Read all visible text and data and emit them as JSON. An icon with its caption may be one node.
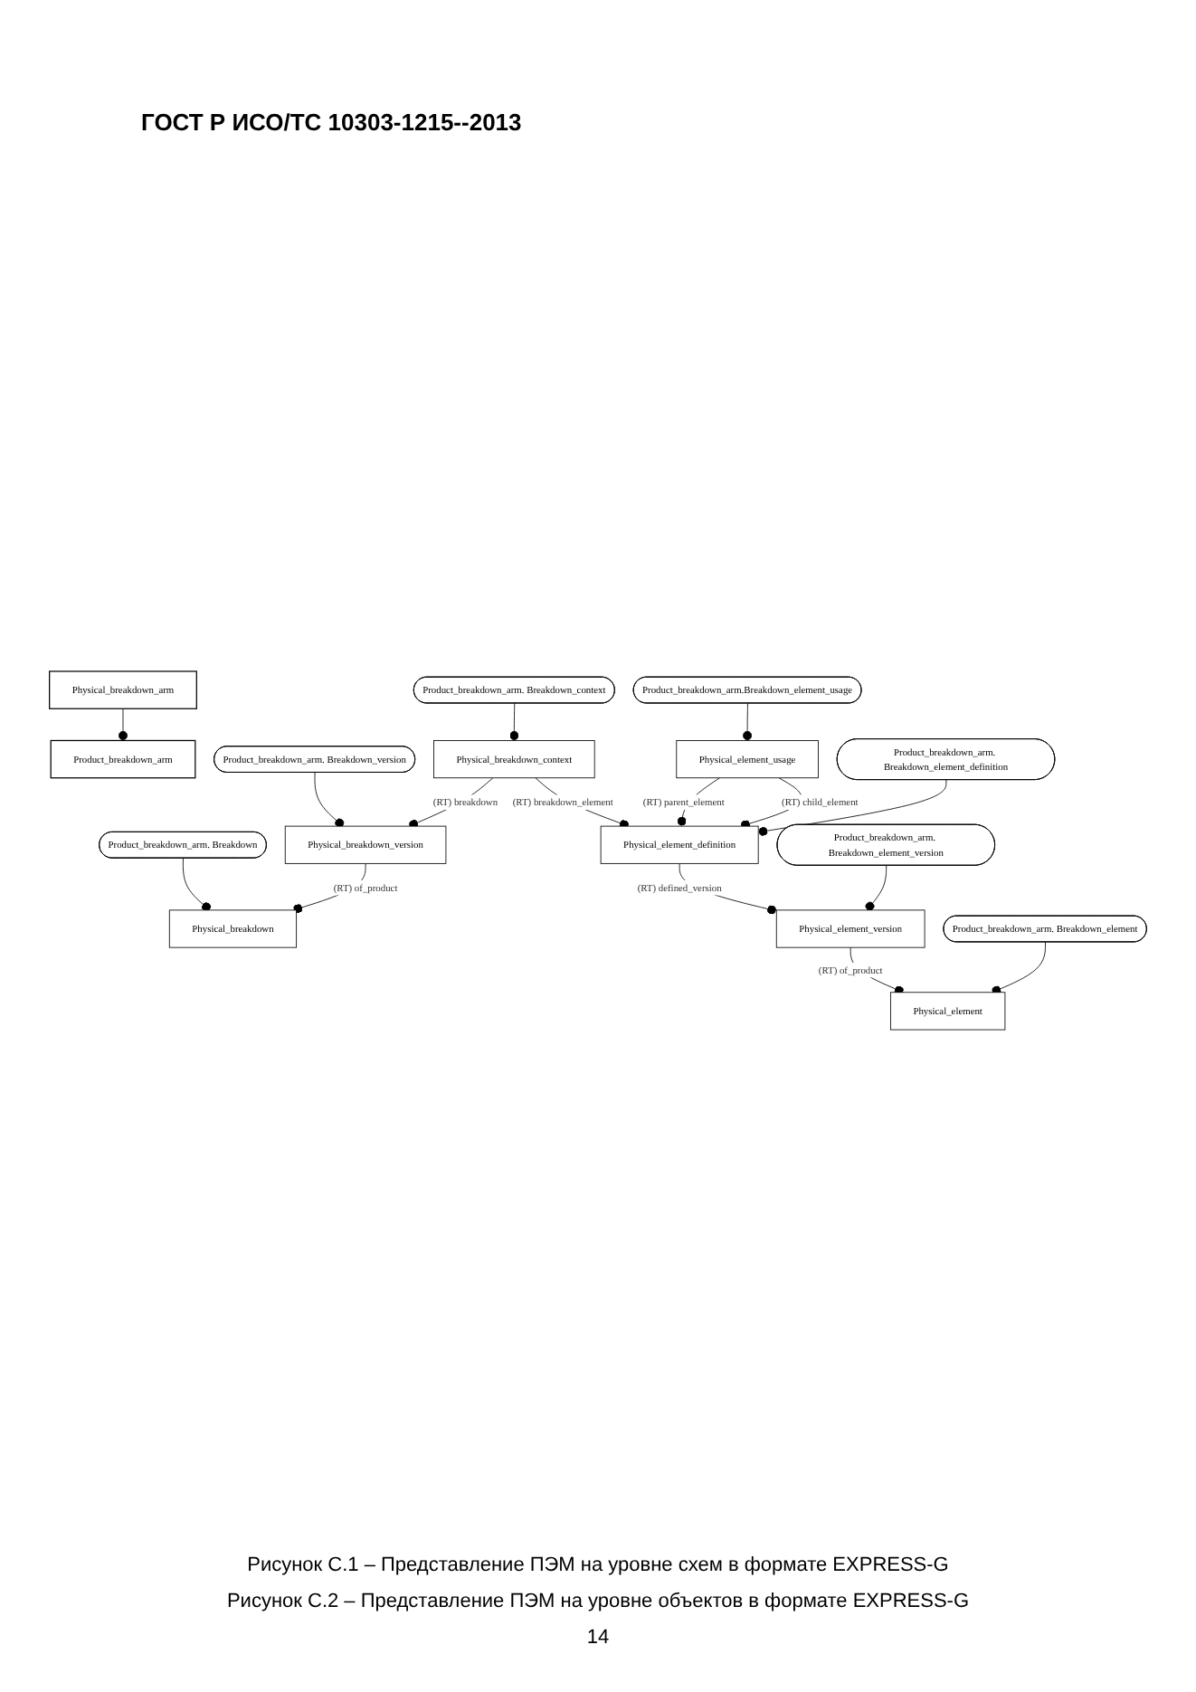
{
  "diagram": {
    "title": "ГОСТ Р ИСО/ТС 10303-1215--2013",
    "nodes": [
      {
        "text": [
          "Physical_breakdown_arm"
        ]
      },
      {
        "text": [
          "Product_breakdown_arm"
        ]
      },
      {
        "text": [
          "Product_breakdown_arm. Breakdown"
        ]
      },
      {
        "text": [
          "Product_breakdown_arm. Breakdown_version"
        ]
      },
      {
        "text": [
          "Product_breakdown_arm. Breakdown_context"
        ]
      },
      {
        "text": [
          "Physical_breakdown"
        ]
      },
      {
        "text": [
          "Physical_breakdown_version"
        ]
      },
      {
        "text": [
          "Physical_breakdown_context"
        ]
      },
      {
        "text": [
          "Product_breakdown_arm.Breakdown_element_usage"
        ]
      },
      {
        "text": [
          "Physical_element_usage"
        ]
      },
      {
        "text": [
          "Physical_element"
        ]
      },
      {
        "text": [
          "Physical_element_version"
        ]
      },
      {
        "text": [
          "Physical_element_definition"
        ]
      },
      {
        "text": [
          "Product_breakdown_arm. Breakdown_element"
        ]
      },
      {
        "text": [
          "Product_breakdown_arm. Breakdown_element_version"
        ]
      },
      {
        "text": [
          "Product_breakdown_arm. Breakdown_element_definition"
        ]
      }
    ],
    "edges": [
      {
        "from": 0,
        "to": 1,
        "arrow": "other"
      },
      {
        "from": 2,
        "to": 5,
        "arrow": "other"
      },
      {
        "from": 3,
        "to": 6,
        "arrow": "other"
      },
      {
        "from": 4,
        "to": 7,
        "arrow": "other"
      },
      {
        "from": 6,
        "to": 5,
        "arrow": "other",
        "label": "(RT) of_product"
      },
      {
        "from": 7,
        "to": 6,
        "arrow": "other",
        "label": "(RT) breakdown"
      },
      {
        "from": 8,
        "to": 9,
        "arrow": "other"
      },
      {
        "from": 7,
        "to": 12,
        "arrow": "other",
        "label": "(RT) breakdown_element"
      },
      {
        "from": 9,
        "to": 12,
        "arrow": "other",
        "label": "(RT) parent_element"
      },
      {
        "from": 9,
        "to": 12,
        "arrow": "other",
        "label": "(RT) child_element"
      },
      {
        "from": 11,
        "to": 10,
        "arrow": "other",
        "label": "(RT) of_product"
      },
      {
        "from": 12,
        "to": 11,
        "arrow": "other",
        "label": "(RT) defined_version"
      },
      {
        "from": 13,
        "to": 10,
        "arrow": "other"
      },
      {
        "from": 14,
        "to": 11,
        "arrow": "other"
      },
      {
        "from": 15,
        "to": 12,
        "arrow": "other"
      }
    ],
    "labels": [
      "Рисунок С.1 – Представление ПЭМ на уровне схем в формате EXPRESS-G",
      "Рисунок С.2 – Представление ПЭМ на уровне объектов в формате EXPRESS-G",
      "14"
    ]
  }
}
